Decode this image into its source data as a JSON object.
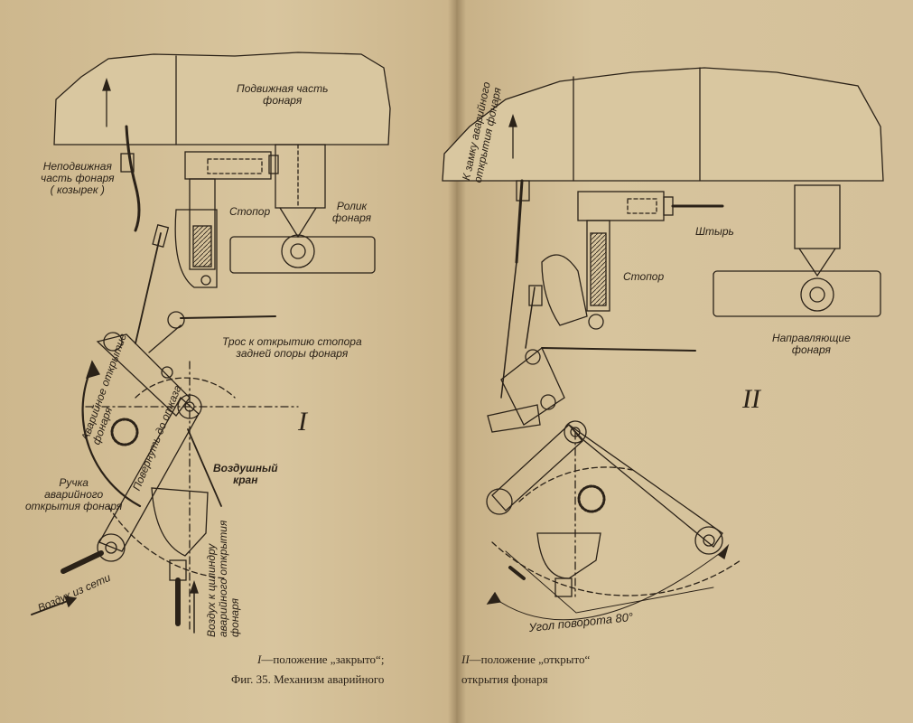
{
  "left": {
    "labels": {
      "movable_part": "Подвижная часть\nфонаря",
      "fixed_part": "Неподвижная\nчасть фонаря\n( козырек )",
      "stopper": "Стопор",
      "roller": "Ролик\nфонаря",
      "cable": "Трос к открытию стопора\nзадней опоры фонаря",
      "emergency_open_arc": "Аварийное открытие\nфонаря",
      "pull_to_stop": "Повернуть до отказа",
      "air_valve": "Воздушный\nкран",
      "handle": "Ручка\nаварийного\nоткрытия фонаря",
      "air_from_network": "Воздух из сети",
      "air_to_cylinder": "Воздух к цилиндру\nаварийного открытия\nфонаря"
    },
    "roman": "I",
    "caption_line1_roman": "I",
    "caption_line1": "—положение „закрыто“;",
    "caption_line2": "Фиг. 35. Механизм аварийного"
  },
  "right": {
    "labels": {
      "to_lock": "К замку аварийного\nоткрытия фонаря",
      "pin": "Штырь",
      "stopper": "Стопор",
      "guide": "Направляющие\nфонаря",
      "angle": "Угол поворота 80°"
    },
    "roman": "II",
    "caption_line1_roman": "II",
    "caption_line1": "—положение „открыто“",
    "caption_line2": "открытия фонаря"
  },
  "colors": {
    "paper": "#d6c29a",
    "ink": "#2b2218"
  }
}
